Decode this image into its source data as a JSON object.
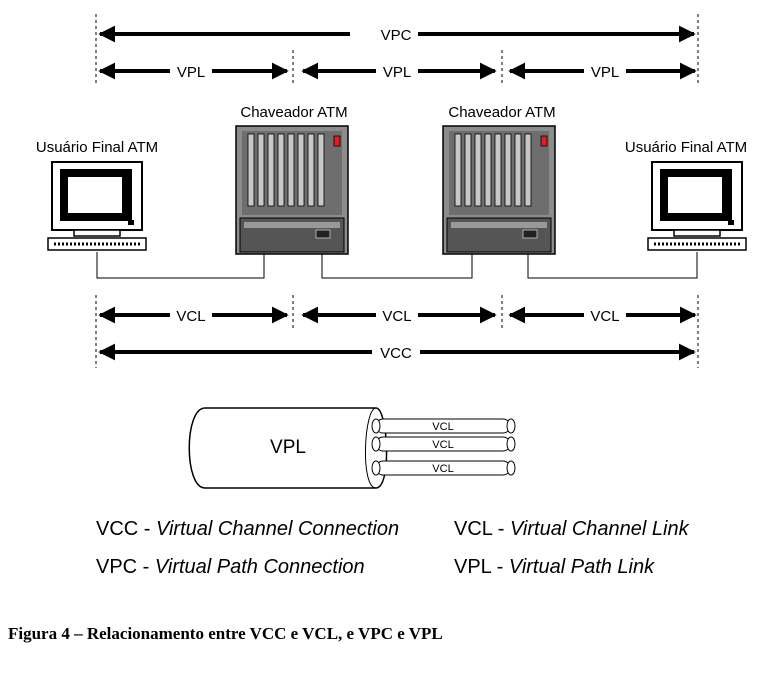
{
  "labels": {
    "vpc": "VPC",
    "vpl": "VPL",
    "vcl": "VCL",
    "vcc": "VCC",
    "switch": "Chaveador ATM",
    "end_user": "Usuário Final ATM",
    "cable_vpl": "VPL",
    "cable_vcl": "VCL"
  },
  "legend": {
    "vcc_abbr": "VCC - ",
    "vcc_full": "Virtual Channel Connection",
    "vcl_abbr": "VCL - ",
    "vcl_full": "Virtual Channel Link",
    "vpc_abbr": "VPC - ",
    "vpc_full": "Virtual Path Connection",
    "vpl_abbr": "VPL - ",
    "vpl_full": "Virtual Path Link"
  },
  "caption": "Figura 4 – Relacionamento entre VCC e VCL, e VPC e VPL",
  "colors": {
    "line": "#000000",
    "device": "#808080",
    "indicator": "#e02020"
  }
}
